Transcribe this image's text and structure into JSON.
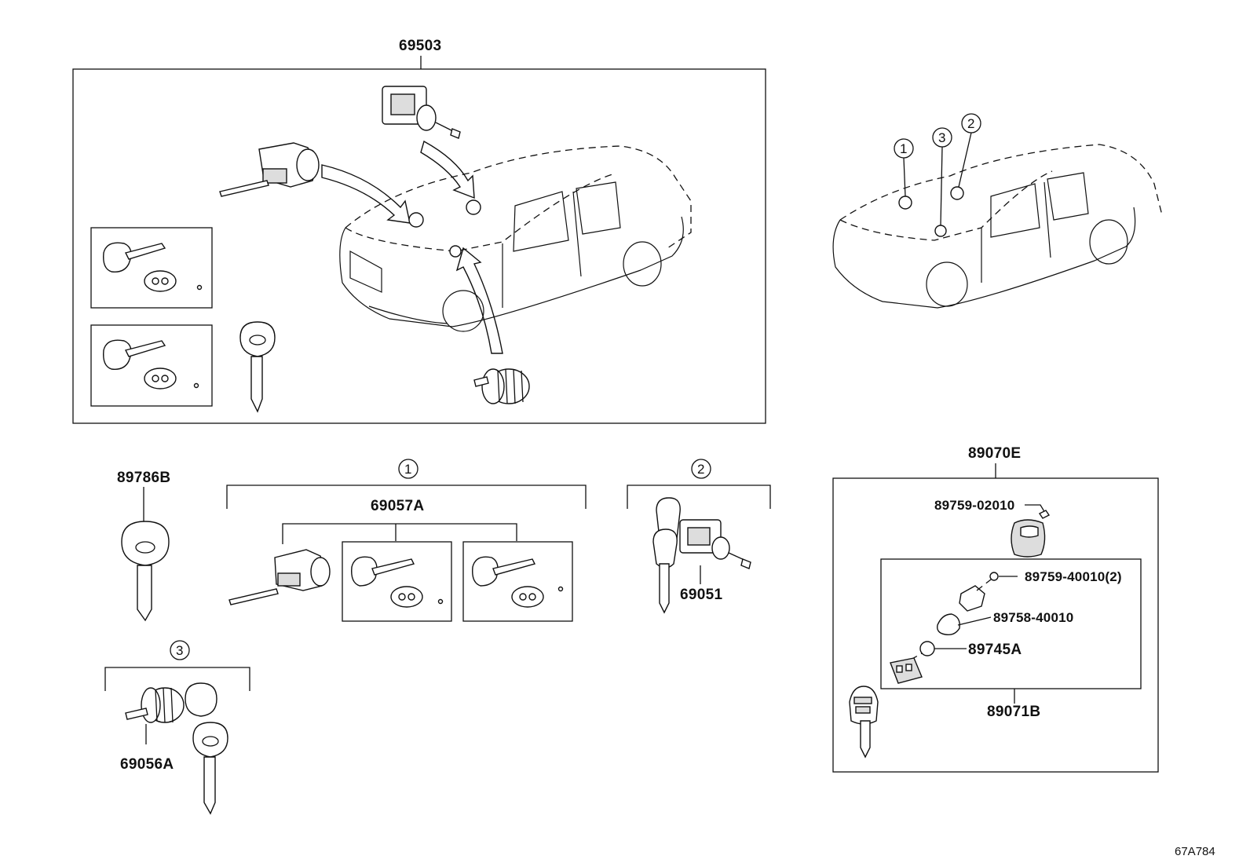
{
  "labels": {
    "kit_main": "69503",
    "key_blank": "89786B",
    "cyl_set_1": "69057A",
    "door_cyl": "69051",
    "glove_cyl": "69056A",
    "transmitter_assy": "89070E",
    "screw": "89759-02010",
    "screw2": "89759-40010(2)",
    "cover": "89758-40010",
    "battery": "89745A",
    "transmitter_sub": "89071B"
  },
  "callouts": {
    "c1": "1",
    "c2": "2",
    "c3": "3"
  },
  "reference": "67A784",
  "icons": [
    "key-icon",
    "ignition-cylinder-icon",
    "door-lock-cylinder-icon",
    "car-icon",
    "transmitter-icon",
    "battery-icon",
    "screw-icon"
  ]
}
